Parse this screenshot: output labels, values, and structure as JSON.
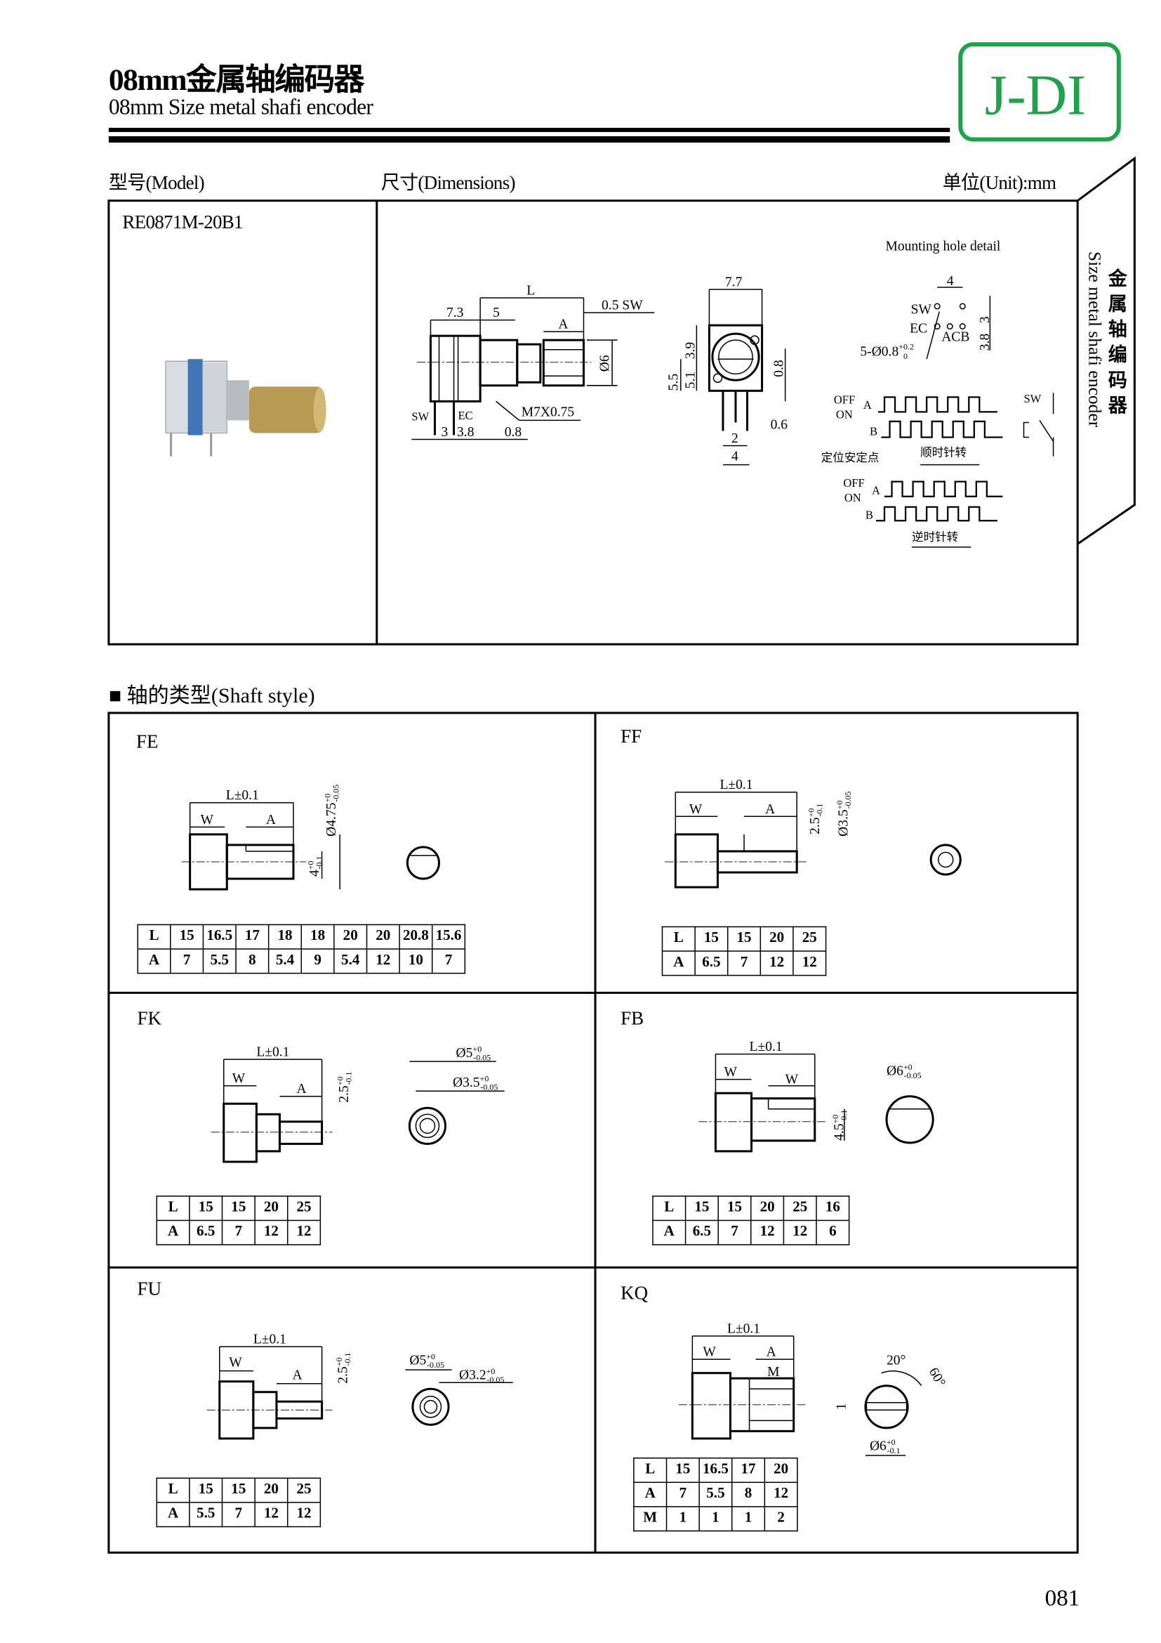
{
  "header": {
    "title_cn": "08mm金属轴编码器",
    "title_en": "08mm Size metal shafi encoder",
    "logo": "J-DI"
  },
  "colors": {
    "logo_green": "#1fa34a",
    "text": "#000000"
  },
  "spec": {
    "model_label": "型号(Model)",
    "dimensions_label": "尺寸(Dimensions)",
    "unit_label": "单位(Unit):mm",
    "model": "RE0871M-20B1",
    "side_tab": "Size metal shafi encoder",
    "side_tab_cn": "金属轴编码器",
    "side_view": {
      "l73": "7.3",
      "l5": "5",
      "L": "L",
      "sw05": "0.5  SW",
      "A": "A",
      "d6": "Ø6",
      "thread": "M7X0.75",
      "sw": "SW",
      "ec": "EC",
      "p3": "3",
      "p38": "3.8",
      "p08": "0.8"
    },
    "front_view": {
      "w77": "7.7",
      "h39": "3.9",
      "h55": "5.5",
      "h51": "5.1",
      "h08": "0.8",
      "p06": "0.6",
      "p2": "2",
      "p4": "4"
    },
    "mounting": {
      "title": "Mounting  hole  detail",
      "d4": "4",
      "sw": "SW",
      "ec": "EC",
      "acb": "ACB",
      "d3": "3",
      "d38": "3.8",
      "holes": "5-Ø0.8",
      "holes_sup": "+0.2",
      "holes_sub": "0"
    },
    "waveform": {
      "off": "OFF",
      "on": "ON",
      "a": "A",
      "b": "B",
      "detent": "定位安定点",
      "cw": "顺时针转",
      "ccw": "逆时针转",
      "sw": "SW"
    }
  },
  "shaft_section": {
    "title": "轴的类型(Shaft style)"
  },
  "shafts": {
    "FE": {
      "name": "FE",
      "L": "L±0.1",
      "W": "W",
      "A": "A",
      "d1": "Ø4.75",
      "d1_sup": "+0",
      "d1_sub": "-0.05",
      "d2": "4",
      "d2_sup": "+0",
      "d2_sub": "-0.1",
      "table": [
        [
          "L",
          "15",
          "16.5",
          "17",
          "18",
          "18",
          "20",
          "20",
          "20.8",
          "15.6"
        ],
        [
          "A",
          "7",
          "5.5",
          "8",
          "5.4",
          "9",
          "5.4",
          "12",
          "10",
          "7"
        ]
      ]
    },
    "FF": {
      "name": "FF",
      "L": "L±0.1",
      "W": "W",
      "A": "A",
      "d1": "2.5",
      "d1_sup": "+0",
      "d1_sub": "-0.1",
      "d2": "Ø3.5",
      "d2_sup": "+0",
      "d2_sub": "-0.05",
      "table": [
        [
          "L",
          "15",
          "15",
          "20",
          "25"
        ],
        [
          "A",
          "6.5",
          "7",
          "12",
          "12"
        ]
      ]
    },
    "FK": {
      "name": "FK",
      "L": "L±0.1",
      "W": "W",
      "A": "A",
      "d1": "2.5",
      "d1_sup": "+0",
      "d1_sub": "-0.1",
      "d2": "Ø5",
      "d2_sup": "+0",
      "d2_sub": "-0.05",
      "d3": "Ø3.5",
      "d3_sup": "+0",
      "d3_sub": "-0.05",
      "table": [
        [
          "L",
          "15",
          "15",
          "20",
          "25"
        ],
        [
          "A",
          "6.5",
          "7",
          "12",
          "12"
        ]
      ]
    },
    "FB": {
      "name": "FB",
      "L": "L±0.1",
      "W": "W",
      "W2": "W",
      "d1": "4.5",
      "d1_sup": "+0",
      "d1_sub": "-0.1",
      "d2": "Ø6",
      "d2_sup": "+0",
      "d2_sub": "-0.05",
      "table": [
        [
          "L",
          "15",
          "15",
          "20",
          "25",
          "16"
        ],
        [
          "A",
          "6.5",
          "7",
          "12",
          "12",
          "6"
        ]
      ]
    },
    "FU": {
      "name": "FU",
      "L": "L±0.1",
      "W": "W",
      "A": "A",
      "d1": "2.5",
      "d1_sup": "+0",
      "d1_sub": "-0.1",
      "d2": "Ø5",
      "d2_sup": "+0",
      "d2_sub": "-0.05",
      "d3": "Ø3.2",
      "d3_sup": "+0",
      "d3_sub": "-0.05",
      "table": [
        [
          "L",
          "15",
          "15",
          "20",
          "25"
        ],
        [
          "A",
          "5.5",
          "7",
          "12",
          "12"
        ]
      ]
    },
    "KQ": {
      "name": "KQ",
      "L": "L±0.1",
      "W": "W",
      "A": "A",
      "M": "M",
      "d1": "1",
      "ang1": "20°",
      "ang2": "60°",
      "d2": "Ø6",
      "d2_sup": "+0",
      "d2_sub": "-0.1",
      "table": [
        [
          "L",
          "15",
          "16.5",
          "17",
          "20"
        ],
        [
          "A",
          "7",
          "5.5",
          "8",
          "12"
        ],
        [
          "M",
          "1",
          "1",
          "1",
          "2"
        ]
      ]
    }
  },
  "footer": {
    "page": "081"
  }
}
